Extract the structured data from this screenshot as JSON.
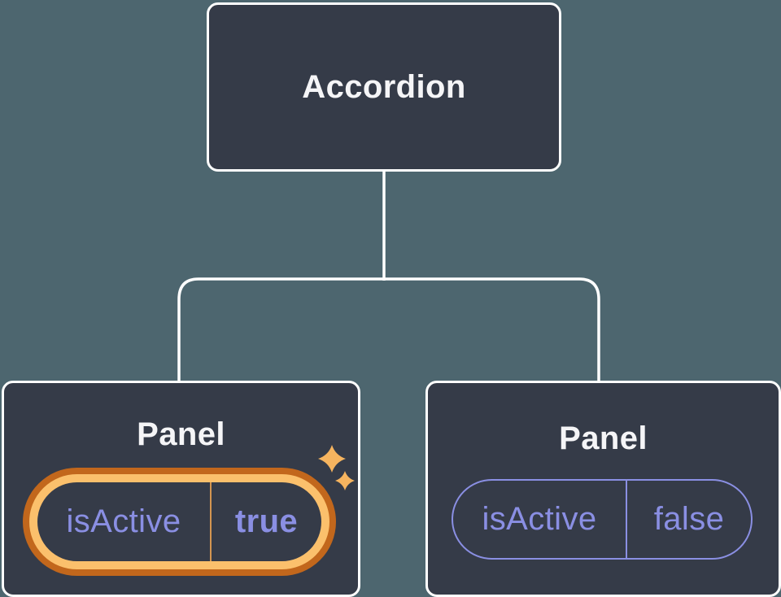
{
  "tree": {
    "root_node": {
      "label": "Accordion"
    },
    "child_nodes": [
      {
        "label": "Panel",
        "prop_name": "isActive",
        "prop_value": "true",
        "highlighted": true
      },
      {
        "label": "Panel",
        "prop_name": "isActive",
        "prop_value": "false",
        "highlighted": false
      }
    ]
  },
  "icons": {
    "sparkles": "two four-pointed sparkle stars"
  },
  "theme": {
    "background": "#4d666f",
    "node_fill": "#353b48",
    "node_border": "#ffffff",
    "node_text": "#f5f5f7",
    "state_text": "#8a8fe3",
    "highlight_outer_ring": "#c2671c",
    "highlight_inner_ring": "#fbc06c",
    "highlight_divider": "#d49550",
    "sparkle": "#f6b45f",
    "connector": "#ffffff"
  }
}
